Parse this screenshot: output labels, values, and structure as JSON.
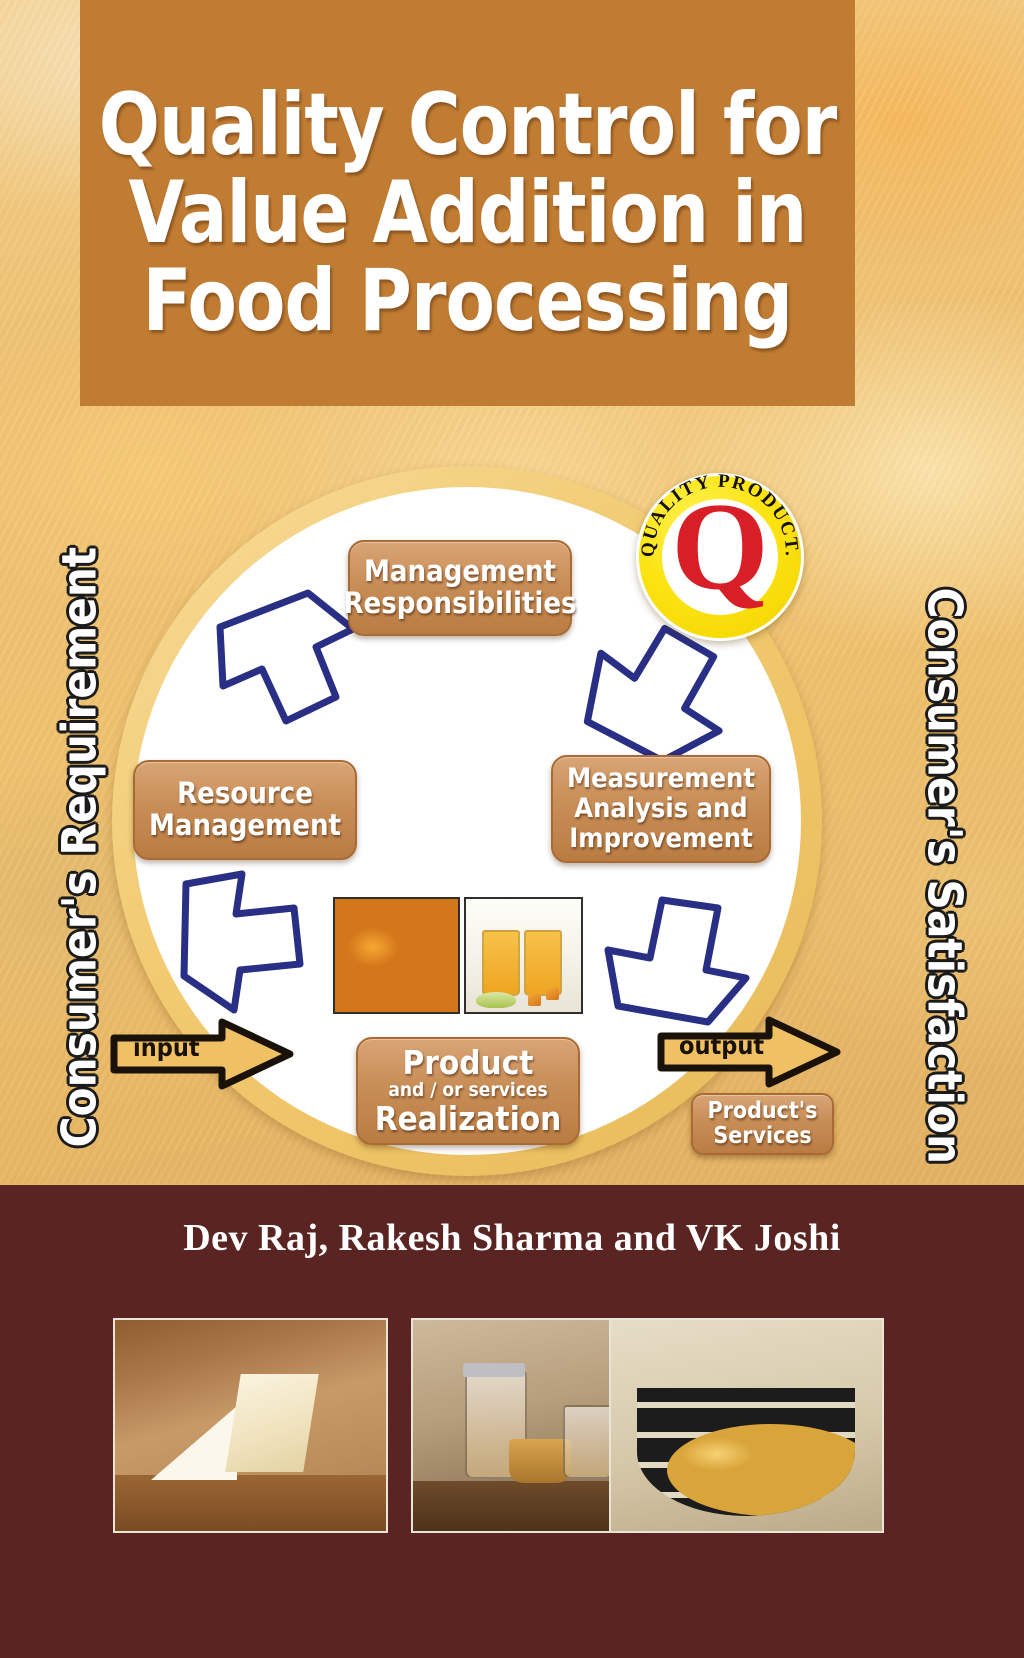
{
  "cover": {
    "title_lines": [
      "Quality Control for",
      "Value Addition in",
      "Food Processing"
    ],
    "authors": "Dev Raj, Rakesh Sharma and VK Joshi",
    "side_left": "Consumer's Requirement",
    "side_right": "Consumer's Satisfaction",
    "colors": {
      "banner": "#C07C33",
      "background_top": "#EFC274",
      "background_bottom": "#5A2423",
      "ring": "#F1C96E",
      "box_fill": "#C98F58",
      "arrow_blue": "#2A2F86",
      "io_arrow": "#F0C164",
      "seal_yellow": "#FCE312",
      "seal_letter": "#D81E26"
    }
  },
  "diagram": {
    "boxes": [
      {
        "id": "management",
        "label": "Management\nResponsibilities",
        "line1": "Management",
        "line2": "Responsibilities"
      },
      {
        "id": "resource",
        "label": "Resource Management",
        "line1": "Resource",
        "line2": "Management"
      },
      {
        "id": "measurement",
        "label": "Measurement Analysis and Improvement",
        "line1": "Measurement",
        "line2": "Analysis and",
        "line3": "Improvement"
      },
      {
        "id": "product",
        "label": "Product and / or services Realization",
        "line1": "Product",
        "line2": "and / or services",
        "line3": "Realization"
      },
      {
        "id": "product-services",
        "label": "Product's Services",
        "line1": "Product's",
        "line2": "Services"
      }
    ],
    "input_label": "input",
    "output_label": "output",
    "seal": {
      "arc_text": "QUALITY PRODUCT.",
      "letter": "Q"
    },
    "center_images": [
      {
        "id": "mangoes",
        "alt": "mangoes"
      },
      {
        "id": "mango-juice",
        "alt": "mango juice glasses"
      }
    ]
  },
  "bottom_images": [
    {
      "id": "cheese",
      "alt": "cheese wedges on board"
    },
    {
      "id": "pickle-jars",
      "alt": "preserve jars"
    },
    {
      "id": "chips",
      "alt": "banana chips in bowl"
    }
  ]
}
